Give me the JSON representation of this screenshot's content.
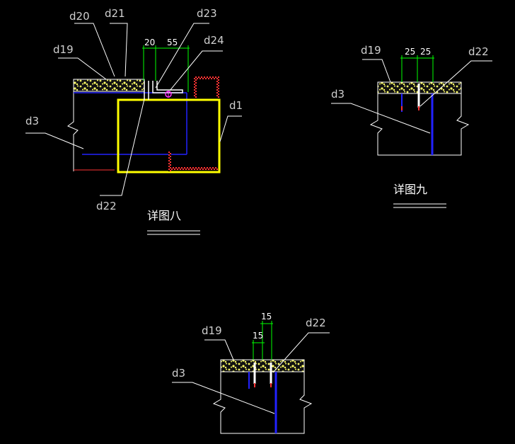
{
  "colors": {
    "background": "#000000",
    "outline": "#ffffff",
    "dimension": "#00ff00",
    "box": "#ffff00",
    "rebar": "#2222ff",
    "hatch": "#ff3333",
    "screed": "#ffff66"
  },
  "detail8": {
    "caption": "详图八",
    "labels": {
      "d20": "d20",
      "d21": "d21",
      "d19": "d19",
      "d3": "d3",
      "d23": "d23",
      "d24": "d24",
      "d1": "d1",
      "d22": "d22"
    },
    "dims": {
      "a": "20",
      "b": "55"
    }
  },
  "detail9": {
    "caption": "详图九",
    "labels": {
      "d19": "d19",
      "d3": "d3",
      "d22": "d22"
    },
    "dims": {
      "a": "25",
      "b": "25"
    }
  },
  "detail10": {
    "labels": {
      "d19": "d19",
      "d3": "d3",
      "d22": "d22"
    },
    "dims": {
      "a": "15",
      "b": "15"
    }
  }
}
